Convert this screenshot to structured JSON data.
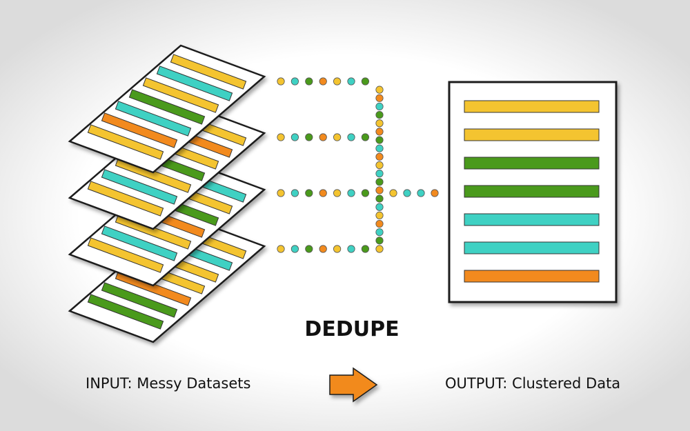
{
  "title": "DEDUPE",
  "input_caption": "INPUT: Messy Datasets",
  "output_caption": "OUTPUT: Clustered Data",
  "icons": [
    "stacked-sheets-icon",
    "arrow-right-icon",
    "output-document-icon"
  ],
  "colors": {
    "yellow": "#F4C430",
    "teal": "#3FD1C3",
    "green": "#4A9A1C",
    "orange": "#F28A1E",
    "outline": "#1a1a1a",
    "arrow": "#F28A1E"
  },
  "input_sheets": [
    {
      "rows": [
        "yellow",
        "teal",
        "yellow",
        "green",
        "teal",
        "orange",
        "yellow"
      ]
    },
    {
      "rows": [
        "yellow",
        "orange",
        "yellow",
        "green",
        "yellow",
        "teal",
        "yellow"
      ]
    },
    {
      "rows": [
        "teal",
        "yellow",
        "green",
        "orange",
        "yellow",
        "teal",
        "yellow"
      ]
    },
    {
      "rows": [
        "yellow",
        "teal",
        "yellow",
        "yellow",
        "orange",
        "green",
        "green"
      ]
    }
  ],
  "connectors": [
    {
      "dots": [
        "yellow",
        "teal",
        "green",
        "orange",
        "yellow",
        "teal",
        "green"
      ]
    },
    {
      "dots": [
        "yellow",
        "teal",
        "green",
        "orange",
        "yellow",
        "teal",
        "green"
      ]
    },
    {
      "dots": [
        "yellow",
        "teal",
        "green",
        "orange",
        "yellow",
        "teal",
        "green"
      ]
    },
    {
      "dots": [
        "yellow",
        "teal",
        "green",
        "orange",
        "yellow",
        "teal",
        "green"
      ]
    }
  ],
  "trunk_dots": [
    "yellow",
    "orange",
    "teal",
    "green",
    "yellow",
    "orange",
    "green",
    "teal",
    "orange",
    "yellow",
    "teal",
    "green",
    "orange",
    "green",
    "teal",
    "yellow",
    "orange",
    "teal",
    "green",
    "yellow"
  ],
  "merge_dots": [
    "yellow",
    "teal",
    "teal",
    "orange"
  ],
  "output_rows": [
    "yellow",
    "yellow",
    "green",
    "green",
    "teal",
    "teal",
    "orange"
  ]
}
